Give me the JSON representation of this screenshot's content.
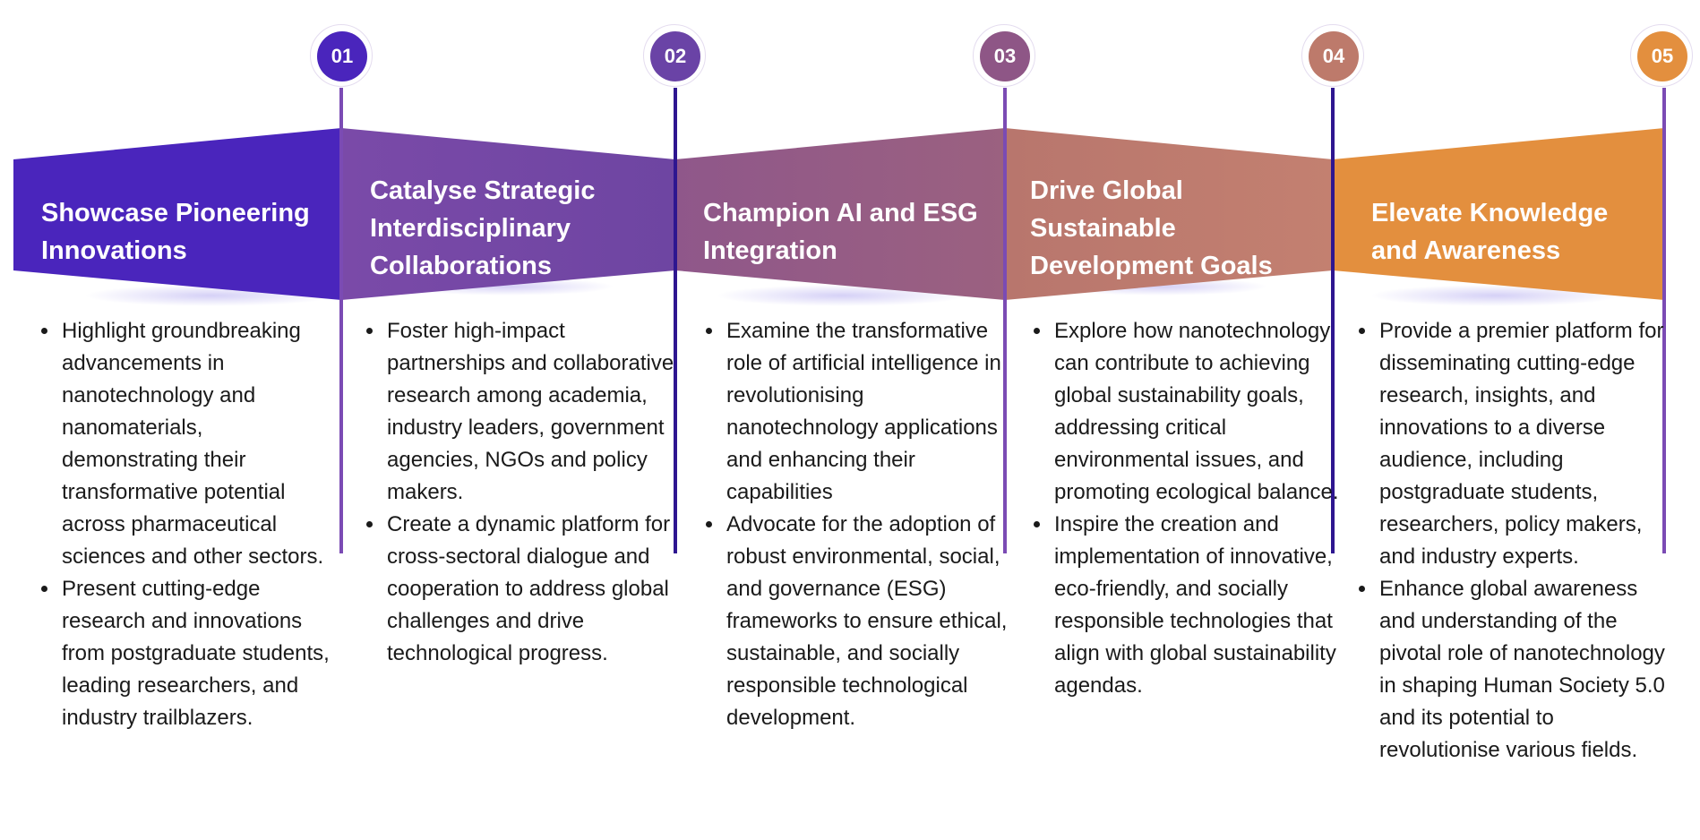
{
  "steps": [
    {
      "number": "01",
      "color": "#4a25bc",
      "title": [
        "Showcase Pioneering",
        "Innovations"
      ],
      "points": [
        "Highlight groundbreaking advancements in nanotechnology and nanomaterials, demonstrating their transformative potential across pharmaceutical sciences and other sectors.",
        "Present cutting-edge research and innovations from postgraduate students, leading researchers, and industry trailblazers."
      ]
    },
    {
      "number": "02",
      "color": "#6a43a6",
      "title": [
        "Catalyse Strategic",
        "Interdisciplinary",
        "Collaborations"
      ],
      "points": [
        "Foster high-impact partnerships and collaborative research among academia, industry leaders, government agencies, NGOs and policy makers.",
        "Create a dynamic platform for cross-sectoral dialogue and cooperation to address global challenges and drive technological progress."
      ]
    },
    {
      "number": "03",
      "color": "#8e5686",
      "title": [
        "Champion AI and ESG",
        "Integration"
      ],
      "points": [
        "Examine the transformative role of artificial intelligence in revolutionising nanotechnology applications and enhancing their capabilities",
        "Advocate for the adoption of robust environmental, social, and governance (ESG) frameworks to ensure ethical, sustainable, and socially responsible technological development."
      ]
    },
    {
      "number": "04",
      "color": "#bd7a6b",
      "title": [
        "Drive Global",
        "Sustainable",
        "Development Goals"
      ],
      "points": [
        "Explore how nanotechnology can contribute to achieving global sustainability goals, addressing critical environmental issues, and promoting ecological balance.",
        "Inspire the creation and implementation of innovative, eco-friendly, and socially responsible technologies that align with global sustainability agendas."
      ]
    },
    {
      "number": "05",
      "color": "#e38f3e",
      "title": [
        "Elevate Knowledge",
        "and Awareness"
      ],
      "points": [
        "Provide a premier platform for disseminating cutting-edge research, insights, and innovations to a diverse audience, including postgraduate students, researchers, policy makers, and industry experts.",
        "Enhance global awareness and understanding of the pivotal role of nanotechnology in shaping Human Society 5.0 and its potential to revolutionise various fields."
      ]
    }
  ],
  "divider_colors": [
    "#7b4bb4",
    "#2e1690",
    "#7b4bb4",
    "#2e1690",
    "#7b4bb4"
  ]
}
